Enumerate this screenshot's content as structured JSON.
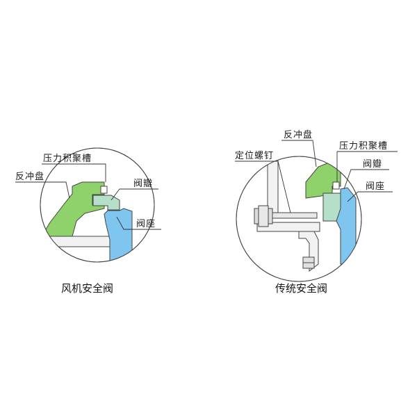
{
  "diagram_left": {
    "caption": "风机安全阀",
    "labels": {
      "pressure_groove": "压力积聚槽",
      "recoil_disc": "反冲盘",
      "valve_disc": "阀瓣",
      "valve_seat": "阀座"
    }
  },
  "diagram_right": {
    "caption": "传统安全阀",
    "labels": {
      "recoil_disc": "反冲盘",
      "pressure_groove": "压力积聚槽",
      "set_screw": "定位螺钉",
      "valve_disc": "阀瓣",
      "valve_seat": "阀座"
    }
  },
  "colors": {
    "recoil_disc": "#8fd16a",
    "valve_disc": "#b5dfc8",
    "valve_seat": "#7ec6f0",
    "body_metal": "#f2f2f2",
    "outline": "#444444"
  }
}
